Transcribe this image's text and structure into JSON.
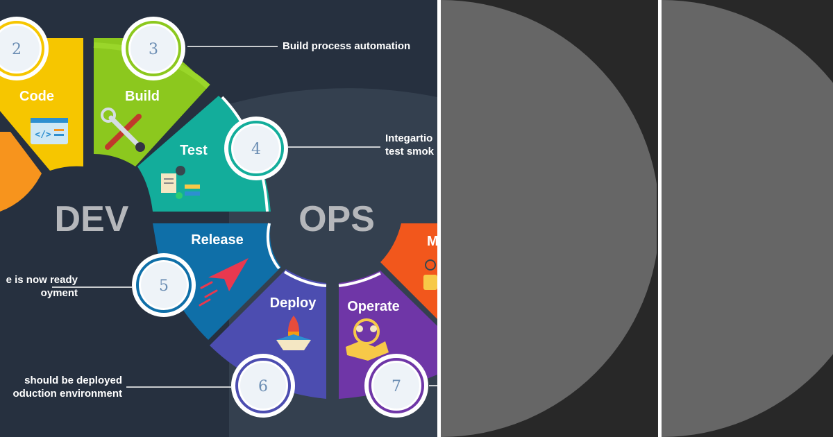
{
  "diagram": {
    "stages": [
      {
        "label": "Code",
        "number": "2",
        "color": "#f6c600"
      },
      {
        "label": "Build",
        "number": "3",
        "color": "#8cc81e"
      },
      {
        "label": "Test",
        "number": "4",
        "color": "#13ad9b"
      },
      {
        "label": "Release",
        "number": "5",
        "color": "#0f6fa8"
      },
      {
        "label": "Deploy",
        "number": "6",
        "color": "#4c4db0"
      },
      {
        "label": "Operate",
        "number": "7",
        "color": "#6f36a7"
      },
      {
        "label": "M",
        "number": "",
        "color": "#f2571c"
      }
    ],
    "center_left": "DEV",
    "center_right": "OPS",
    "annotations": {
      "build": "Build process automation",
      "test_line1": "Integartio",
      "test_line2": "test smok",
      "release_line1": "e is now ready",
      "release_line2": "oyment",
      "deploy_line1": "should be deployed",
      "deploy_line2": "oduction environment"
    }
  },
  "colors": {
    "background": "#26303f",
    "panel": "#282828",
    "circle": "#666666",
    "divider": "#ffffff"
  }
}
